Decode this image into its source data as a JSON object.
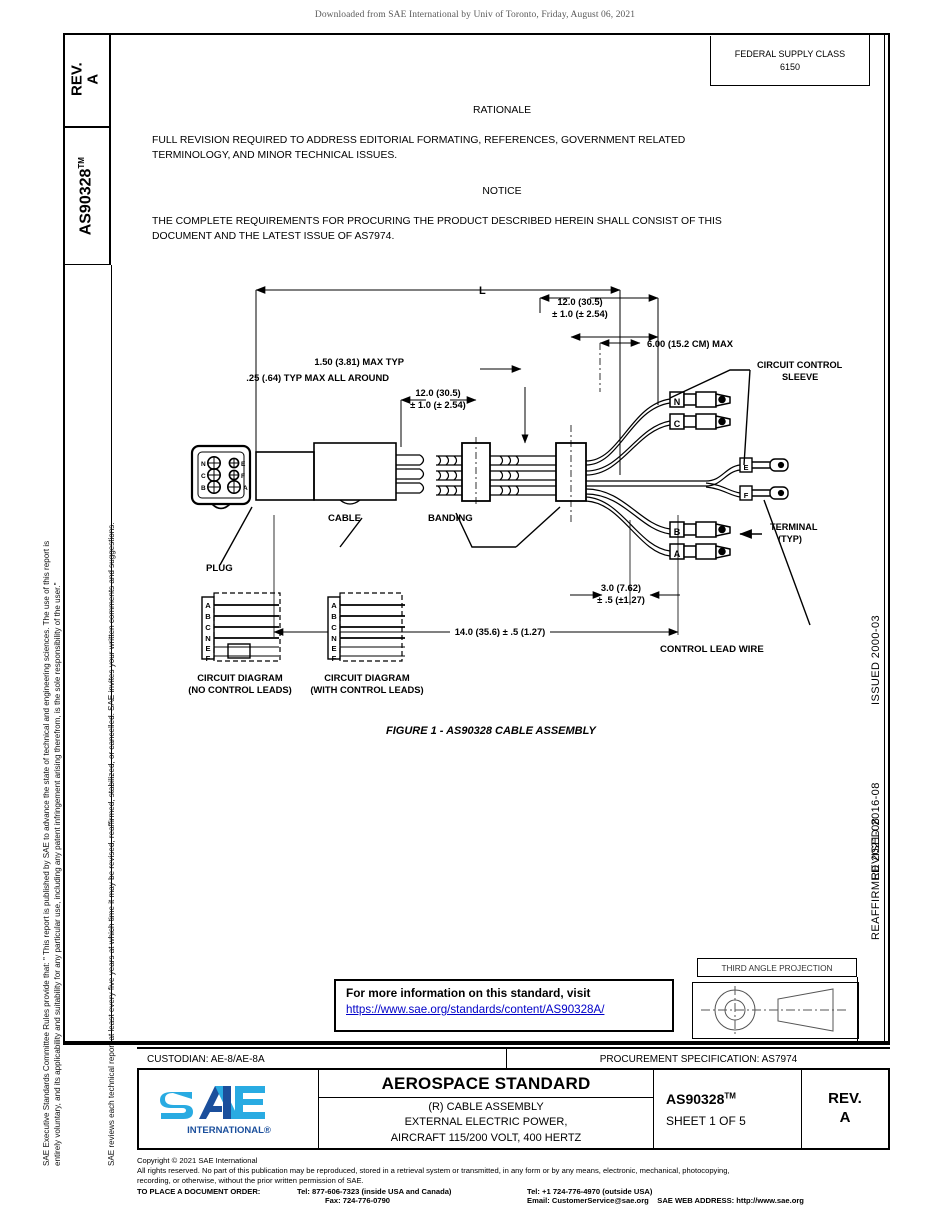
{
  "download_notice": "Downloaded from SAE International by Univ of Toronto, Friday, August 06, 2021",
  "left_tabs": {
    "rev_label": "REV.",
    "rev_value": "A",
    "designation": "AS90328",
    "designation_tm": "TM"
  },
  "federal_supply_class": {
    "label": "FEDERAL SUPPLY CLASS",
    "value": "6150"
  },
  "sections": {
    "rationale_heading": "RATIONALE",
    "rationale_body_line1": "FULL REVISION REQUIRED TO ADDRESS EDITORIAL FORMATING, REFERENCES, GOVERNMENT RELATED",
    "rationale_body_line2": "TERMINOLOGY, AND MINOR TECHNICAL ISSUES.",
    "notice_heading": "NOTICE",
    "notice_body_line1": "THE COMPLETE REQUIREMENTS FOR PROCURING THE PRODUCT DESCRIBED HEREIN SHALL CONSIST OF THIS",
    "notice_body_line2": "DOCUMENT AND THE LATEST ISSUE OF AS7974."
  },
  "side_legal": {
    "line1": "SAE Executive Standards Committee Rules provide that: \" This report is published by SAE to advance the state of technical and engineering sciences.  The use of this report is",
    "line2": "entirely voluntary, and its applicability and suitability for any particular use, including any patent infringement arising therefrom, is the sole responsibility of the user.\"",
    "line3": "SAE reviews each technical report at least every five years at which time it may be revised, reaffirmed, stabilized, or cancelled.  SAE invites your written comments and suggestions."
  },
  "right_dates": {
    "reaffirmed": "REAFFIRMED 2021-08",
    "revised": "REVISED 2016-08",
    "issued": "ISSUED 2000-03"
  },
  "figure": {
    "caption": "FIGURE 1 - AS90328 CABLE ASSEMBLY",
    "dim_L": "L",
    "dim_1": "1.50 (3.81) MAX TYP",
    "dim_2": ".25 (.64) TYP MAX ALL AROUND",
    "dim_3_line1": "12.0 (30.5)",
    "dim_3_line2": "± 1.0 (± 2.54)",
    "dim_4_line1": "12.0 (30.5)",
    "dim_4_line2": "± 1.0 (± 2.54)",
    "dim_5": "6.00 (15.2 CM) MAX",
    "dim_6_line1": "3.0 (7.62)",
    "dim_6_line2": "± .5 (±1.27)",
    "dim_7": "14.0 (35.6) ± .5 (1.27)",
    "label_cable": "CABLE",
    "label_banding": "BANDING",
    "label_plug": "PLUG",
    "label_sleeve_line1": "CIRCUIT CONTROL",
    "label_sleeve_line2": "SLEEVE",
    "label_terminal_line1": "TERMINAL",
    "label_terminal_line2": "(TYP)",
    "label_control_lead": "CONTROL LEAD WIRE",
    "plug_pins": [
      "N",
      "E",
      "C",
      "F",
      "B",
      "A"
    ],
    "lead_tags": [
      "N",
      "C",
      "B",
      "A",
      "E",
      "F"
    ],
    "circuit_rows": [
      "A",
      "B",
      "C",
      "N",
      "E",
      "F"
    ],
    "circuit_left_title_line1": "CIRCUIT DIAGRAM",
    "circuit_left_title_line2": "(NO CONTROL LEADS)",
    "circuit_right_title_line1": "CIRCUIT DIAGRAM",
    "circuit_right_title_line2": "(WITH CONTROL LEADS)"
  },
  "info_box": {
    "line1": "For more information on this standard, visit",
    "link": "https://www.sae.org/standards/content/AS90328A/"
  },
  "third_angle": {
    "label": "THIRD ANGLE PROJECTION"
  },
  "title_block": {
    "custodian": "CUSTODIAN: AE-8/AE-8A",
    "procurement": "PROCUREMENT SPECIFICATION: AS7974",
    "logo_text": "SAE",
    "logo_sub": "INTERNATIONAL®",
    "standard_title": "AEROSPACE STANDARD",
    "subtitle_line1": "(R) CABLE ASSEMBLY",
    "subtitle_line2": "EXTERNAL ELECTRIC POWER,",
    "subtitle_line3": "AIRCRAFT 115/200 VOLT, 400 HERTZ",
    "doc_number": "AS90328",
    "doc_number_tm": "TM",
    "sheet": "SHEET 1 OF 5",
    "rev_label": "REV.",
    "rev_value": "A"
  },
  "footer": {
    "copyright": "Copyright © 2021 SAE International",
    "rights_line1": "All rights reserved. No part of this publication may be reproduced, stored in a retrieval system or transmitted, in any form or by any means, electronic, mechanical, photocopying,",
    "rights_line2": "recording, or otherwise, without the prior written permission of SAE.",
    "order_label": "TO PLACE A DOCUMENT ORDER:",
    "tel_inside": "Tel: 877-606-7323 (inside USA and Canada)",
    "tel_outside": "Tel: +1 724-776-4970 (outside USA)",
    "fax": "Fax: 724-776-0790",
    "email": "Email: CustomerService@sae.org",
    "web": "SAE WEB ADDRESS: http://www.sae.org"
  },
  "colors": {
    "link": "#0000c8",
    "logo_light": "#29ABE2",
    "logo_dark": "#1B4F9C"
  }
}
